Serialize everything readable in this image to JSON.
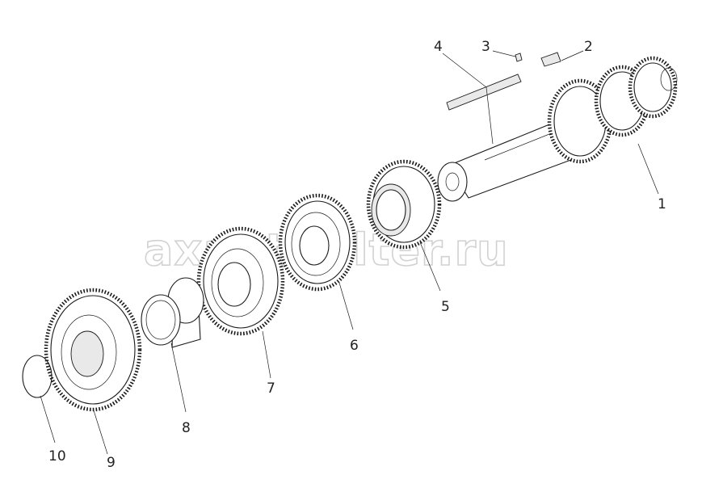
{
  "watermark": {
    "text": "axautofilter.ru",
    "color": "#d2d2d2"
  },
  "callouts": [
    {
      "id": "1",
      "text": "1"
    },
    {
      "id": "2",
      "text": "2"
    },
    {
      "id": "3",
      "text": "3"
    },
    {
      "id": "4",
      "text": "4"
    },
    {
      "id": "5",
      "text": "5"
    },
    {
      "id": "6",
      "text": "6"
    },
    {
      "id": "7",
      "text": "7"
    },
    {
      "id": "8",
      "text": "8"
    },
    {
      "id": "9",
      "text": "9"
    },
    {
      "id": "10",
      "text": "10"
    }
  ],
  "colors": {
    "line": "#1a1a1a",
    "background": "#ffffff"
  }
}
